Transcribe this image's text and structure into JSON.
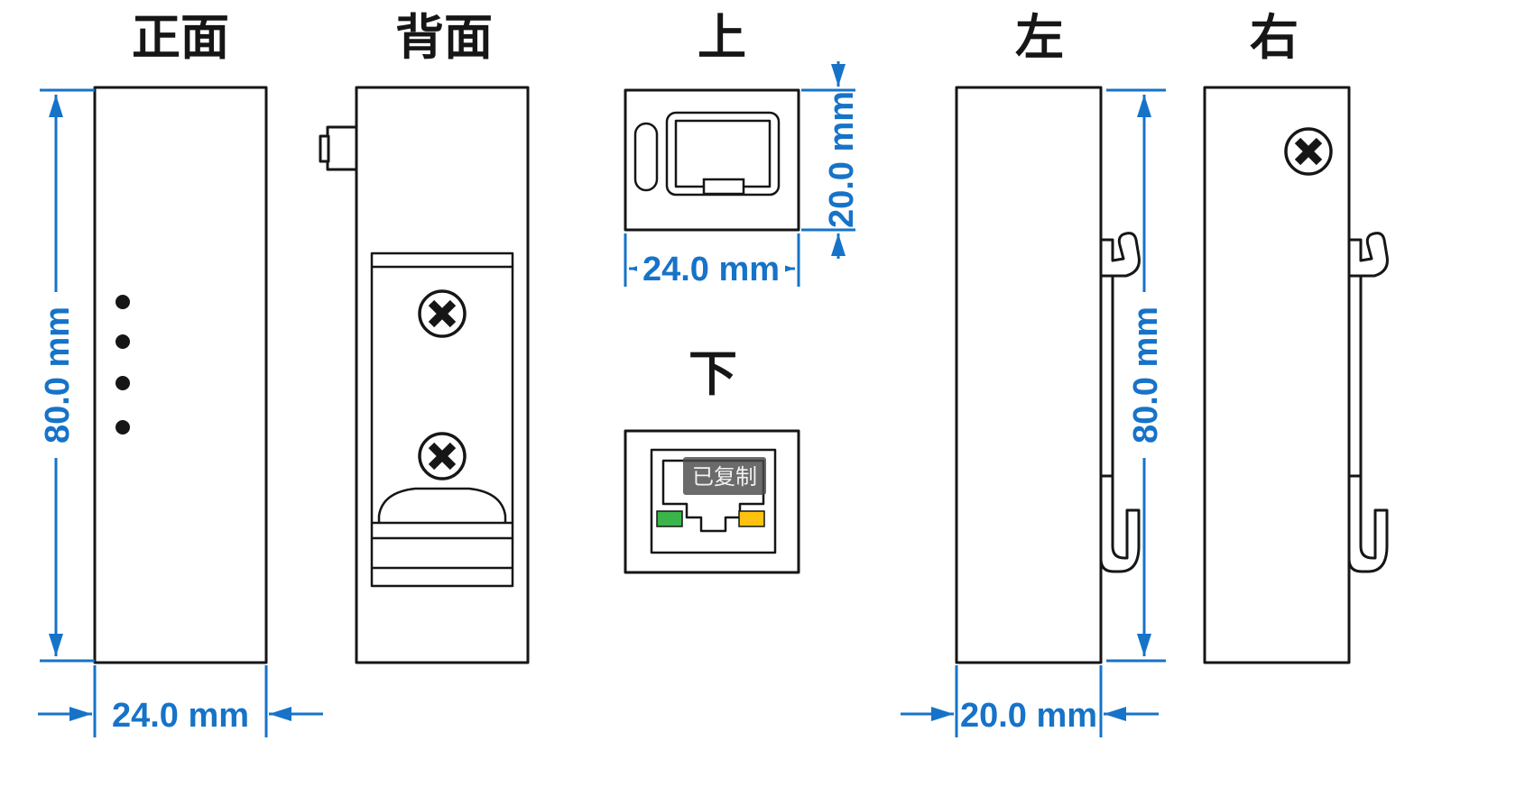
{
  "views": {
    "front": {
      "label": "正面",
      "height_dim": "80.0 mm",
      "width_dim": "24.0 mm"
    },
    "back": {
      "label": "背面"
    },
    "top": {
      "label": "上",
      "height_dim": "20.0 mm",
      "width_dim": "24.0 mm"
    },
    "bottom": {
      "label": "下"
    },
    "left": {
      "label": "左",
      "height_dim": "80.0 mm",
      "width_dim": "20.0 mm"
    },
    "right": {
      "label": "右"
    }
  },
  "toast": {
    "text": "已复制"
  },
  "colors": {
    "dimension_blue": "#1673c8",
    "line_black": "#161616",
    "led_green": "#3ab54a",
    "led_yellow": "#ffc20e"
  }
}
